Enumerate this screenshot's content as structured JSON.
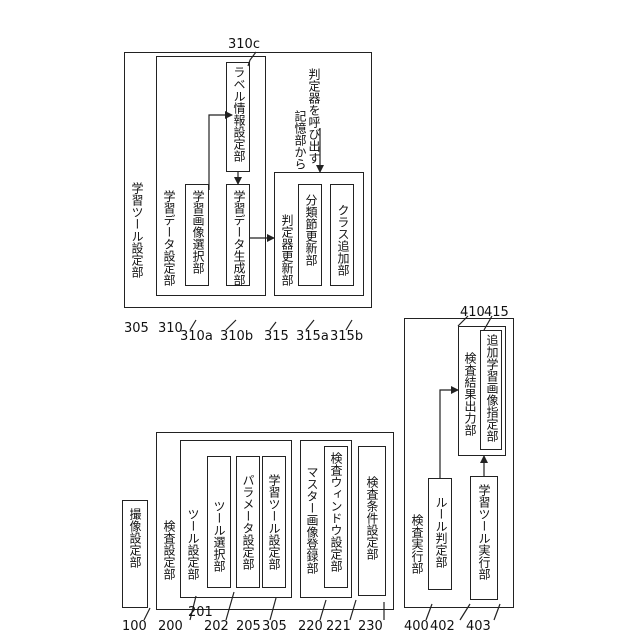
{
  "labels": {
    "imaging_setting": "撮像設定部",
    "inspection_setting": "検査設定部",
    "tool_setting": "ツール設定部",
    "tool_select": "ツール選択部",
    "parameter_setting": "パラメータ設定部",
    "learning_tool_setting_inner": "学習ツール設定部",
    "master_image_register": "マスター画像登録部",
    "inspection_window_setting": "検査ウィンドウ設定部",
    "inspection_condition_setting": "検査条件設定部",
    "learning_tool_setting": "学習ツール設定部",
    "learning_data_setting": "学習データ設定部",
    "learning_image_select": "学習画像選択部",
    "learning_data_generate": "学習データ生成部",
    "label_info_setting": "ラベル情報設定部",
    "classifier_update": "判定器更新部",
    "classifier_update_sub": "分類節更新部",
    "class_add": "クラス追加部",
    "call_note_line1": "記憶部から",
    "call_note_line2": "判定器を呼び出す",
    "inspection_execute": "検査実行部",
    "rule_judge": "ルール判定部",
    "learning_tool_execute": "学習ツール実行部",
    "result_output": "検査結果出力部",
    "additional_image_designate": "追加学習画像指定部"
  },
  "refs": {
    "n100": "100",
    "n200": "200",
    "n201": "201",
    "n202": "202",
    "n205": "205",
    "n305a": "305",
    "n220": "220",
    "n221": "221",
    "n230": "230",
    "n305": "305",
    "n310": "310",
    "n310a": "310a",
    "n310b": "310b",
    "n310c": "310c",
    "n315": "315",
    "n315a": "315a",
    "n315b": "315b",
    "n400": "400",
    "n402": "402",
    "n403": "403",
    "n410": "410",
    "n415": "415"
  }
}
